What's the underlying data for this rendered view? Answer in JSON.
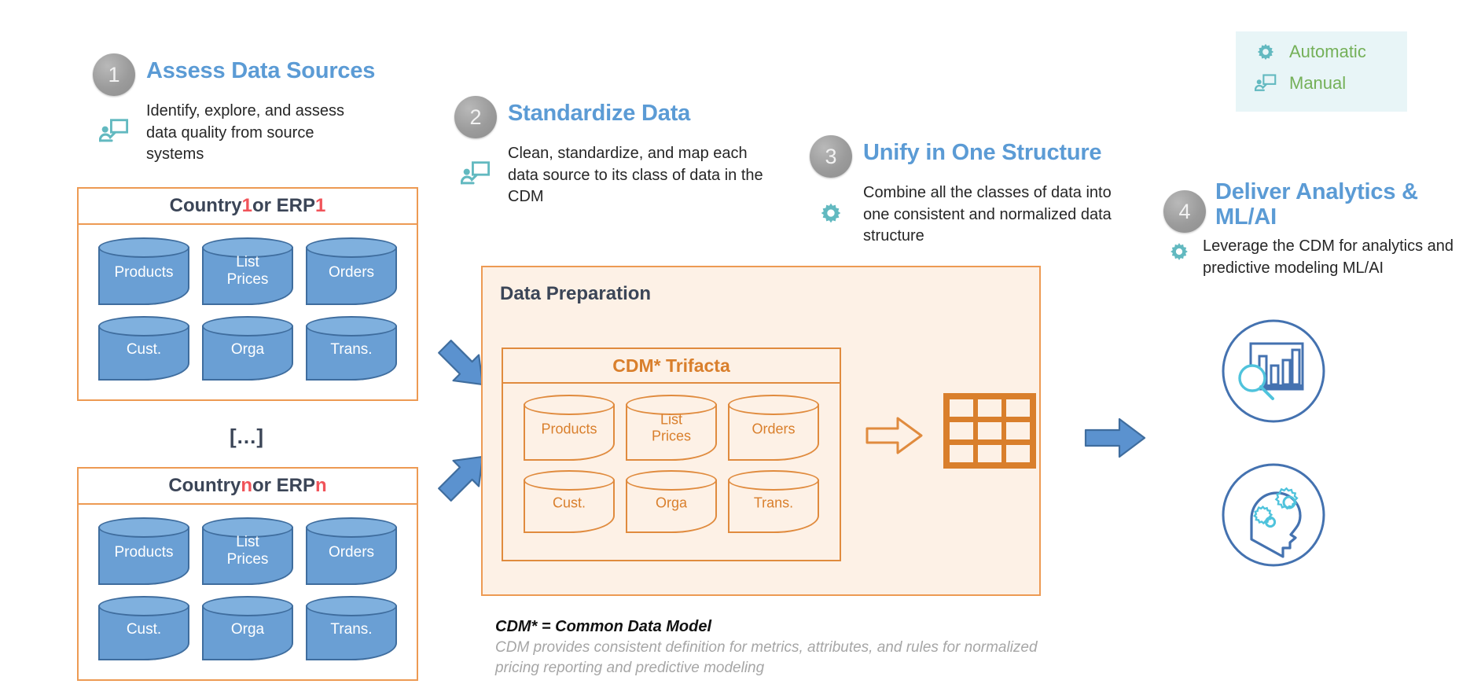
{
  "legend": {
    "items": [
      {
        "icon": "gear-icon",
        "label": "Automatic",
        "color": "#74b058"
      },
      {
        "icon": "presentation-person-icon",
        "label": "Manual",
        "color": "#74b058"
      }
    ],
    "background": "#e8f5f7"
  },
  "accent": {
    "step_title": "#5b9bd5",
    "orange": "#ed9a53",
    "orange_text": "#d97f2c",
    "teal": "#62b9c0",
    "red": "#f0545a",
    "navy": "#3b4557",
    "blue_cylinder": "#6a9fd4"
  },
  "steps": [
    {
      "number": "1",
      "title": "Assess Data Sources",
      "icon": "presentation-person-icon",
      "desc": "Identify, explore, and assess data quality from source systems"
    },
    {
      "number": "2",
      "title": "Standardize Data",
      "icon": "presentation-person-icon",
      "desc": "Clean, standardize, and map each data source to its class of data in the CDM"
    },
    {
      "number": "3",
      "title": "Unify in One Structure",
      "icon": "gear-icon",
      "desc": "Combine all the classes of data into one consistent and normalized data structure"
    },
    {
      "number": "4",
      "title": "Deliver Analytics & ML/AI",
      "icon": "gear-icon",
      "desc": "Leverage the CDM for analytics and predictive modeling ML/AI"
    }
  ],
  "sources": {
    "ellipsis": "[...]",
    "boxes": [
      {
        "title_prefix": "Country ",
        "title_key": "1",
        "title_mid": " or ERP ",
        "title_suffix": "1",
        "cylinders": [
          "Products",
          "List Prices",
          "Orders",
          "Cust.",
          "Orga",
          "Trans."
        ]
      },
      {
        "title_prefix": "Country ",
        "title_key": "n",
        "title_mid": " or ERP ",
        "title_suffix": "n",
        "cylinders": [
          "Products",
          "List Prices",
          "Orders",
          "Cust.",
          "Orga",
          "Trans."
        ]
      }
    ]
  },
  "prep": {
    "title": "Data Preparation",
    "cdm_title": "CDM* Trifacta",
    "cylinders": [
      "Products",
      "List Prices",
      "Orders",
      "Cust.",
      "Orga",
      "Trans."
    ],
    "output_icon": "table-grid-icon",
    "inner_arrow_icon": "arrow-right-outline-icon"
  },
  "footnote": {
    "title": "CDM* = Common Data Model",
    "body": "CDM provides consistent definition for metrics, attributes, and rules for normalized pricing reporting and predictive modeling"
  },
  "outputs": {
    "icons": [
      {
        "name": "analytics-chart-magnifier-icon"
      },
      {
        "name": "head-gears-ai-icon"
      }
    ]
  },
  "arrows": {
    "source_top": "arrow-down-right-icon",
    "source_bottom": "arrow-up-right-icon",
    "to_outputs": "arrow-right-icon"
  }
}
